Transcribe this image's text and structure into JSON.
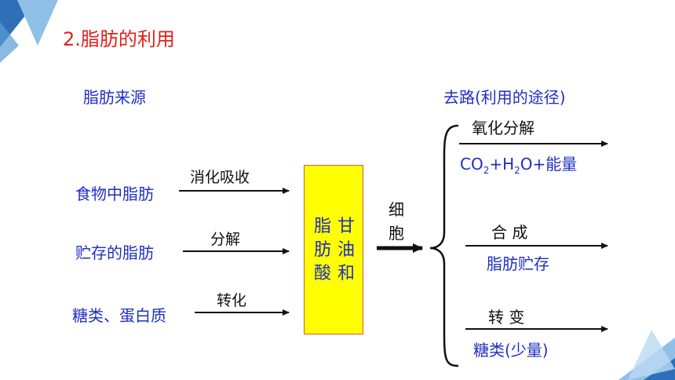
{
  "slide": {
    "title": "2.脂肪的利用",
    "sources_heading": "脂肪来源",
    "destinations_heading": "去路(利用的途径)",
    "sources": [
      {
        "label": "食物中脂肪",
        "process": "消化吸收"
      },
      {
        "label": "贮存的脂肪",
        "process": "分解"
      },
      {
        "label": "糖类、蛋白质",
        "process": "转化"
      }
    ],
    "center_box": {
      "col1": "脂肪酸",
      "col2": "甘油和"
    },
    "cell_label": "细胞",
    "destinations": [
      {
        "process": "氧化分解",
        "product_parts": [
          "CO",
          "2",
          "+H",
          "2",
          "O+能量"
        ]
      },
      {
        "process": "合 成",
        "product": "脂肪贮存"
      },
      {
        "process": "转 变",
        "product": "糖类(少量)"
      }
    ]
  },
  "colors": {
    "title": "#e0211b",
    "text_blue": "#1f2fc2",
    "box_fill": "#ffff00",
    "deco_blue_dark": "#2e6fb8",
    "deco_blue_light": "#8fc1e8"
  }
}
